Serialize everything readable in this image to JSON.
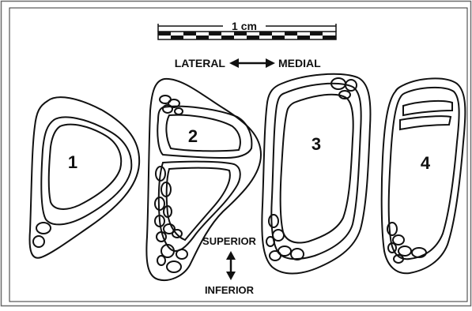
{
  "scale_bar": {
    "label": "1 cm"
  },
  "orientation": {
    "lateral": "LATERAL",
    "medial": "MEDIAL",
    "superior": "SUPERIOR",
    "inferior": "INFERIOR"
  },
  "sections": [
    {
      "label": "1"
    },
    {
      "label": "2"
    },
    {
      "label": "3"
    },
    {
      "label": "4"
    }
  ],
  "colors": {
    "ink": "#111111",
    "paper": "#ffffff",
    "frame": "#6b6b6b"
  }
}
